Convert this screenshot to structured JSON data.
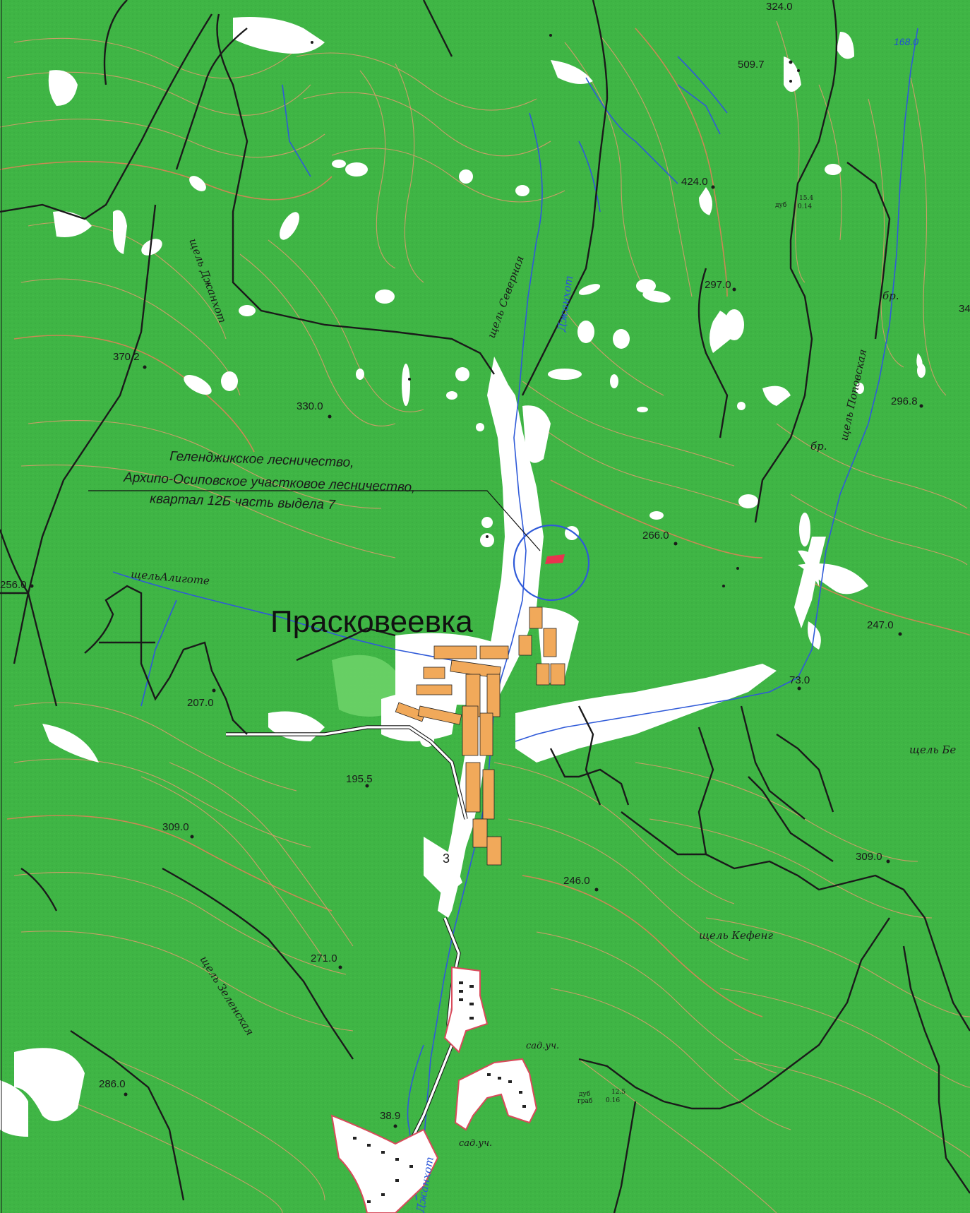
{
  "map": {
    "colors": {
      "forest": "#3fb545",
      "forest_light": "#6fd36a",
      "contour": "#e39a6e",
      "stream": "#2f5ad8",
      "road": "#1a1a1a",
      "built_up": "#f1a95a",
      "clearing": "#ffffff",
      "marker": "#e8334f"
    },
    "settlement": "Прасковеевка",
    "annotation": {
      "line1": "Геленджикское лесничество,",
      "line2": "Архипо-Осиповское участковое лесничество,",
      "line3": "квартал 12Б часть выдела 7"
    },
    "elevations": [
      "509.7",
      "424.0",
      "297.0",
      "370.2",
      "330.0",
      "296.8",
      "266.0",
      "256.0",
      "247.0",
      "207.0",
      "73.0",
      "195.5",
      "309.0",
      "309.0",
      "246.0",
      "271.0",
      "286.0",
      "38.9",
      "34",
      "324.0"
    ],
    "river_labels": [
      "168.0"
    ],
    "gorges": [
      "щель Северная",
      "щель Джанхот",
      "щельАлиготе",
      "щель Поповская",
      "щель Кефенг",
      "щель Зеленская",
      "щель Бе"
    ],
    "rivers": [
      "Джанхот",
      "Джанхот"
    ],
    "ford_labels": [
      "бр.",
      "бр."
    ],
    "garden_plots": [
      "сад.уч.",
      "сад.уч."
    ],
    "tree_notes": [
      {
        "species": "дуб",
        "height": "15.4",
        "thickness": "0.14"
      },
      {
        "species": "дуб",
        "height": "12.5",
        "thickness": "0.16",
        "species2": "граб"
      }
    ],
    "marker_label": "3"
  }
}
